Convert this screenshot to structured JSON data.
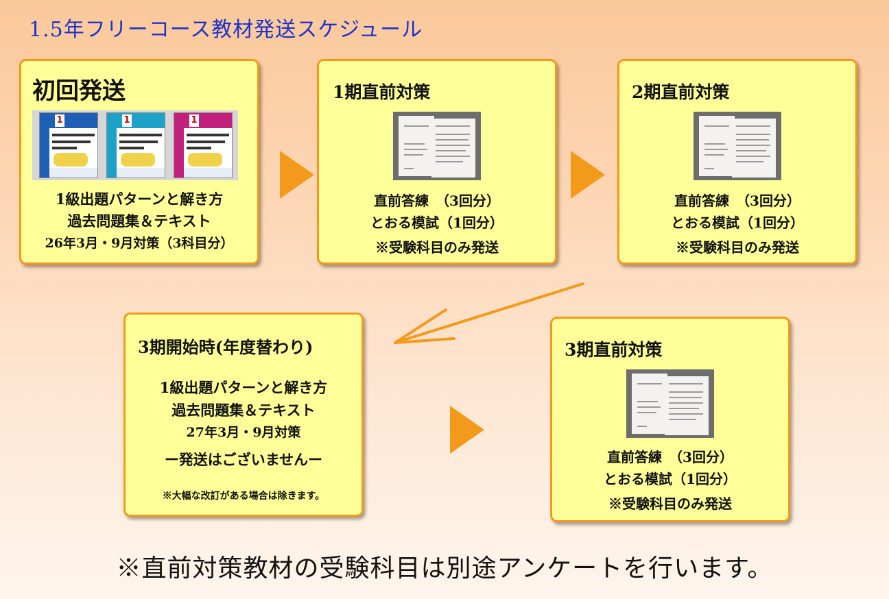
{
  "page_title": "1.5年フリーコース教材発送スケジュール",
  "box1": {
    "title": "初回発送",
    "lines": [
      "1級出題パターンと解き方",
      "過去問題集＆テキスト",
      "26年3月・9月対策（3科目分）"
    ]
  },
  "box2": {
    "title": "1期直前対策",
    "lines": [
      "直前答練　（3回分）",
      "とおる模試（1回分）",
      "※受験科目のみ発送"
    ]
  },
  "box3": {
    "title": "2期直前対策",
    "lines": [
      "直前答練　（3回分）",
      "とおる模試（1回分）",
      "※受験科目のみ発送"
    ]
  },
  "box4": {
    "title": "3期開始時(年度替わり)",
    "lines": [
      "1級出題パターンと解き方",
      "過去問題集＆テキスト",
      "27年3月・9月対策",
      "ー発送はございませんー"
    ],
    "note": "※大幅な改訂がある場合は除きます。"
  },
  "box5": {
    "title": "3期直前対策",
    "lines": [
      "直前答練　（3回分）",
      "とおる模試（1回分）",
      "※受験科目のみ発送"
    ]
  },
  "footnote": "※直前対策教材の受験科目は別途アンケートを行います。",
  "colors": {
    "title_blue": "#1f32c8",
    "box_fill": "#ffff99",
    "box_border": "#f39a1c",
    "arrow": "#f39a1c"
  }
}
